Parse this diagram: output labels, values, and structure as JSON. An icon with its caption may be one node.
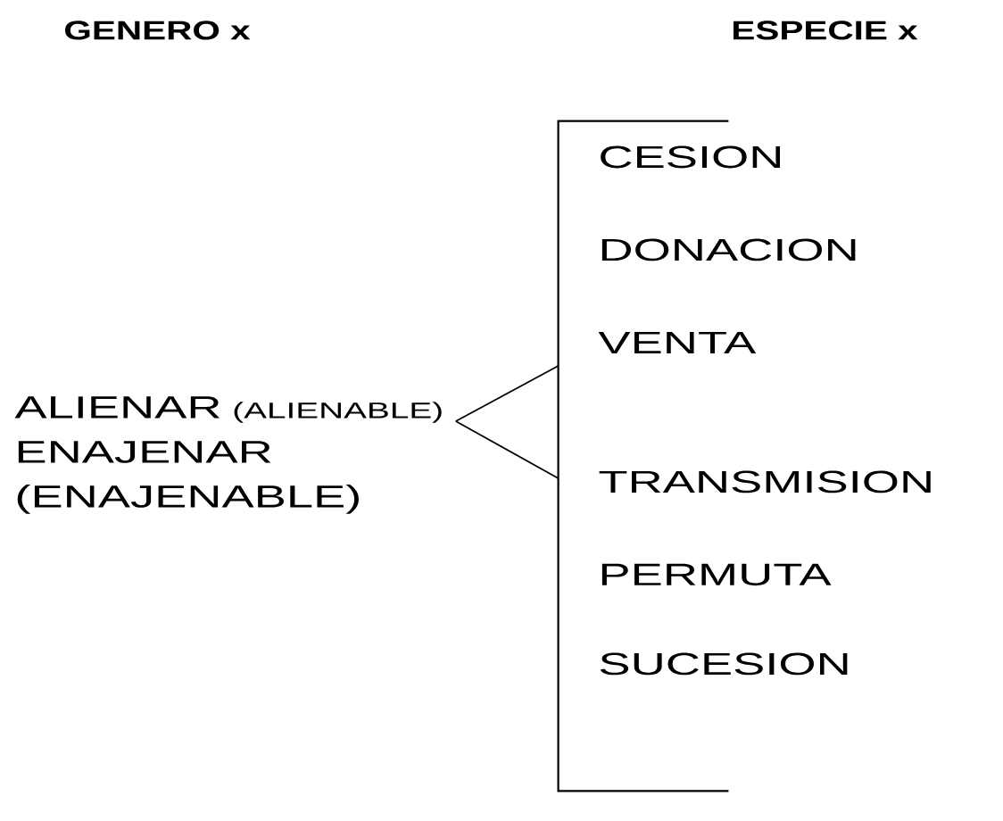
{
  "diagram": {
    "nodes": [
      {
        "text": [
          "ALIENAR",
          "(ALIENABLE)",
          "ENAJENAR (ENAJENABLE)"
        ]
      },
      {
        "text": [],
        "shape": "bracket"
      }
    ],
    "edges": [
      {
        "from": 0,
        "to": 1,
        "arrow": "none"
      }
    ],
    "labels": [
      "GENERO x",
      "ESPECIE x",
      "CESION",
      "DONACION",
      "VENTA",
      "TRANSMISION",
      "PERMUTA",
      "SUCESION"
    ]
  }
}
